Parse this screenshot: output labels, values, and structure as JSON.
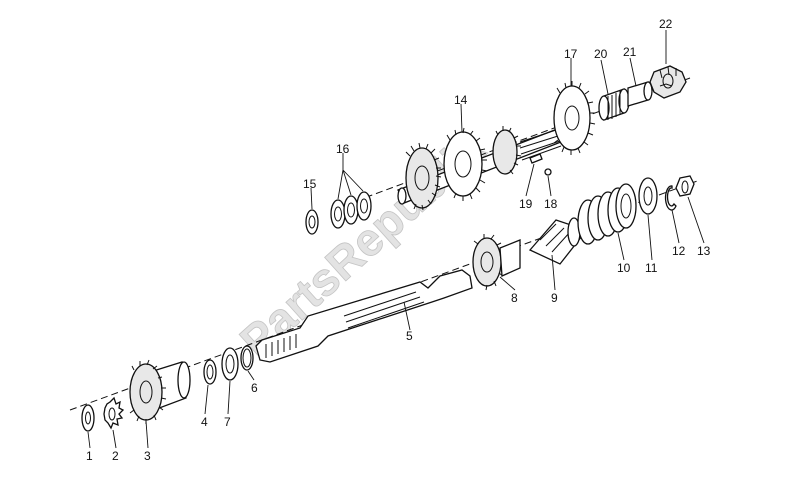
{
  "watermark": "PartsRepublik",
  "callouts": [
    {
      "id": "c1",
      "text": "1"
    },
    {
      "id": "c2",
      "text": "2"
    },
    {
      "id": "c3",
      "text": "3"
    },
    {
      "id": "c4",
      "text": "4"
    },
    {
      "id": "c5",
      "text": "5"
    },
    {
      "id": "c6",
      "text": "6"
    },
    {
      "id": "c7",
      "text": "7"
    },
    {
      "id": "c8",
      "text": "8"
    },
    {
      "id": "c9",
      "text": "9"
    },
    {
      "id": "c10",
      "text": "10"
    },
    {
      "id": "c11",
      "text": "11"
    },
    {
      "id": "c12",
      "text": "12"
    },
    {
      "id": "c13",
      "text": "13"
    },
    {
      "id": "c14",
      "text": "14"
    },
    {
      "id": "c15",
      "text": "15"
    },
    {
      "id": "c16",
      "text": "16"
    },
    {
      "id": "c17",
      "text": "17"
    },
    {
      "id": "c18",
      "text": "18"
    },
    {
      "id": "c19",
      "text": "19"
    },
    {
      "id": "c20",
      "text": "20"
    },
    {
      "id": "c21",
      "text": "21"
    },
    {
      "id": "c22",
      "text": "22"
    }
  ]
}
